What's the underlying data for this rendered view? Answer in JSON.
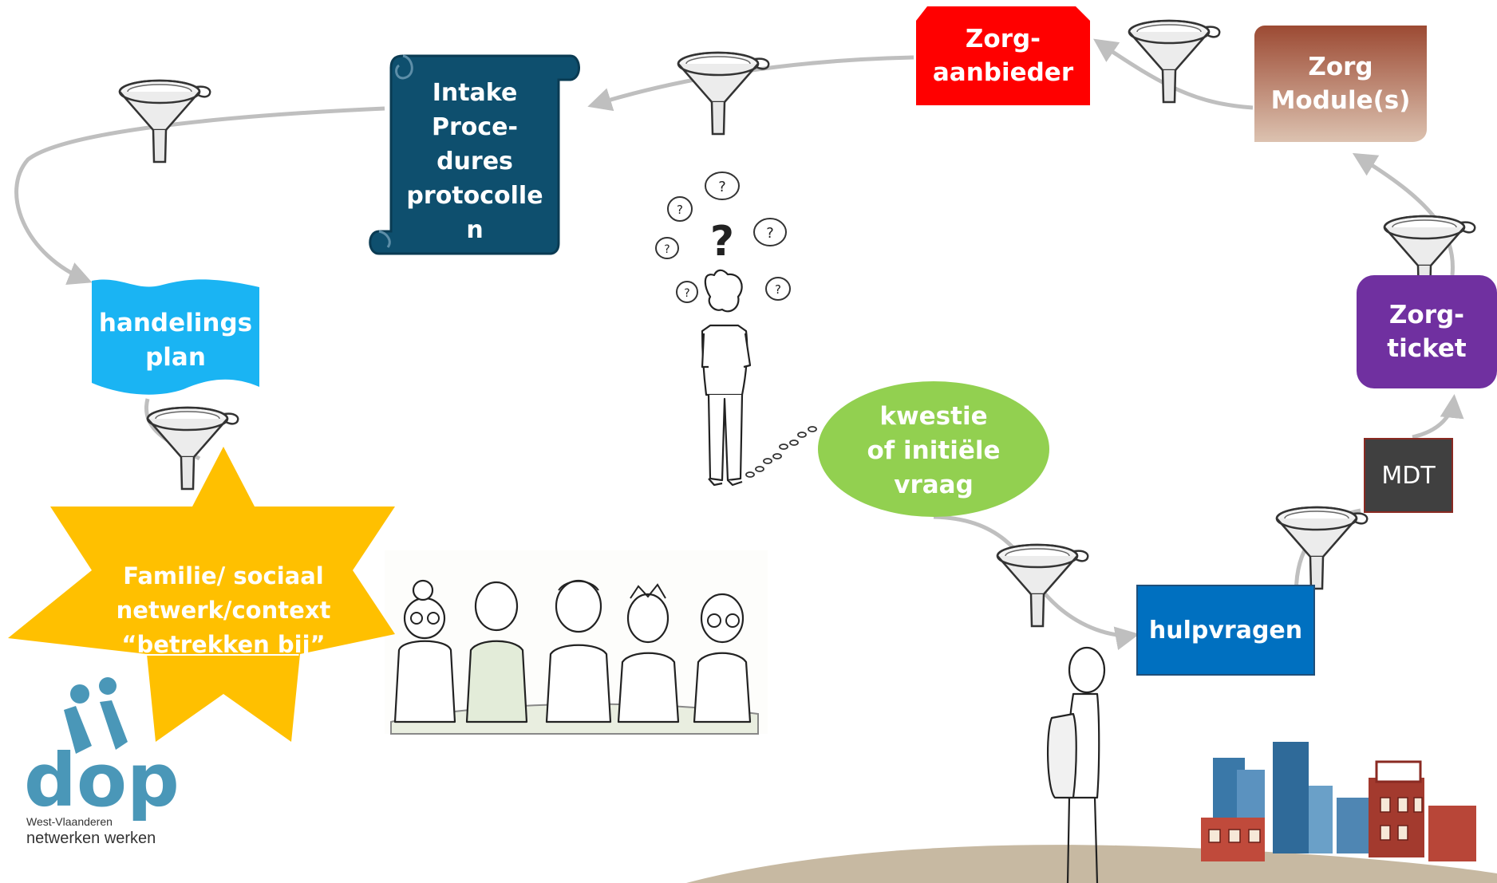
{
  "diagram": {
    "nodes": {
      "zorgaanbieder": "Zorg-\naanbieder",
      "zorgmodules": "Zorg\nModule(s)",
      "intake": "Intake\nProce-\ndures\nprotocolle\nn",
      "handelingsplan": "handelings\nplan",
      "familie_line1": "Familie/ sociaal",
      "familie_line2": "netwerk/context",
      "familie_quote_open": "“",
      "familie_underlined": "betrekken bij",
      "familie_quote_close": "”",
      "kwestie": "kwestie\nof initiële\nvraag",
      "hulpvragen": "hulpvragen",
      "mdt": "MDT",
      "zorgticket": "Zorg-\nticket"
    },
    "question_marks": [
      "?",
      "?",
      "?",
      "?",
      "?",
      "?",
      "?"
    ]
  },
  "logo": {
    "mark": "dop",
    "region": "West-Vlaanderen",
    "tagline": "netwerken werken"
  },
  "colors": {
    "zorgaanbieder": "#ff0000",
    "zorgmodules": "#b06a55",
    "intake": "#0e4f6e",
    "handelingsplan": "#1ab4f3",
    "familie": "#ffc000",
    "kwestie": "#92d050",
    "hulpvragen": "#0070c0",
    "mdt": "#404040",
    "zorgticket": "#7030a0",
    "arrow": "#bfbfbf",
    "logo": "#4a97b8"
  },
  "icons": [
    "funnel-icon",
    "thinking-person-figure",
    "family-group-figure",
    "backpack-person-figure",
    "city-skyline-figure"
  ]
}
